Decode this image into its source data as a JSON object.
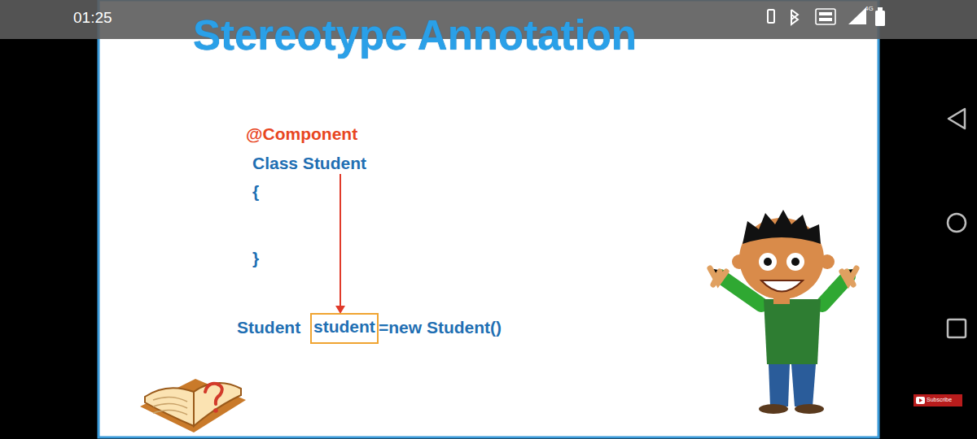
{
  "diagram": {
    "title": "Stereotype Annotation",
    "nodes": [
      {
        "text": [
          "student"
        ]
      }
    ],
    "labels": [
      "01:25",
      "4G",
      "@Component",
      "Class Student",
      "{",
      "}",
      "Student",
      "=new Student()",
      "Subscribe"
    ]
  }
}
